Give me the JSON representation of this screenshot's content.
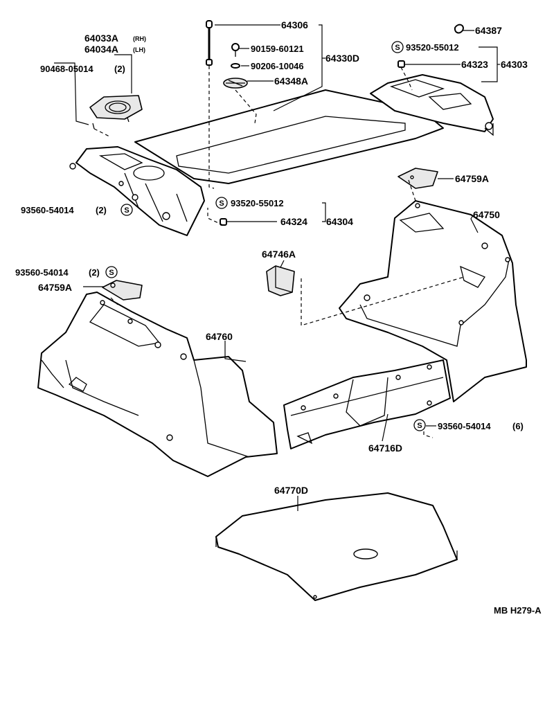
{
  "diagram": {
    "drawing_code": "MB H279-A",
    "symbol": "S",
    "labels": {
      "p64306": "64306",
      "p90159": "90159-60121",
      "p64330D": "64330D",
      "p90206": "90206-10046",
      "p64348A": "64348A",
      "p64387": "64387",
      "p93520_top": "93520-55012",
      "p64323": "64323",
      "p64303": "64303",
      "p64033A": "64033A",
      "p64033A_side": "(RH)",
      "p64034A": "64034A",
      "p64034A_side": "(LH)",
      "p90468": "90468-05014",
      "p90468_qty": "(2)",
      "p93560_left": "93560-54014",
      "p93560_left_qty": "(2)",
      "p93520_mid": "93520-55012",
      "p64324": "64324",
      "p64304": "64304",
      "p64759A_right": "64759A",
      "p64750": "64750",
      "p64746A": "64746A",
      "p93560_lower": "93560-54014",
      "p93560_lower_qty": "(2)",
      "p64759A_left": "64759A",
      "p64760": "64760",
      "p93560_right": "93560-54014",
      "p93560_right_qty": "(6)",
      "p64716D": "64716D",
      "p64770D": "64770D"
    }
  }
}
